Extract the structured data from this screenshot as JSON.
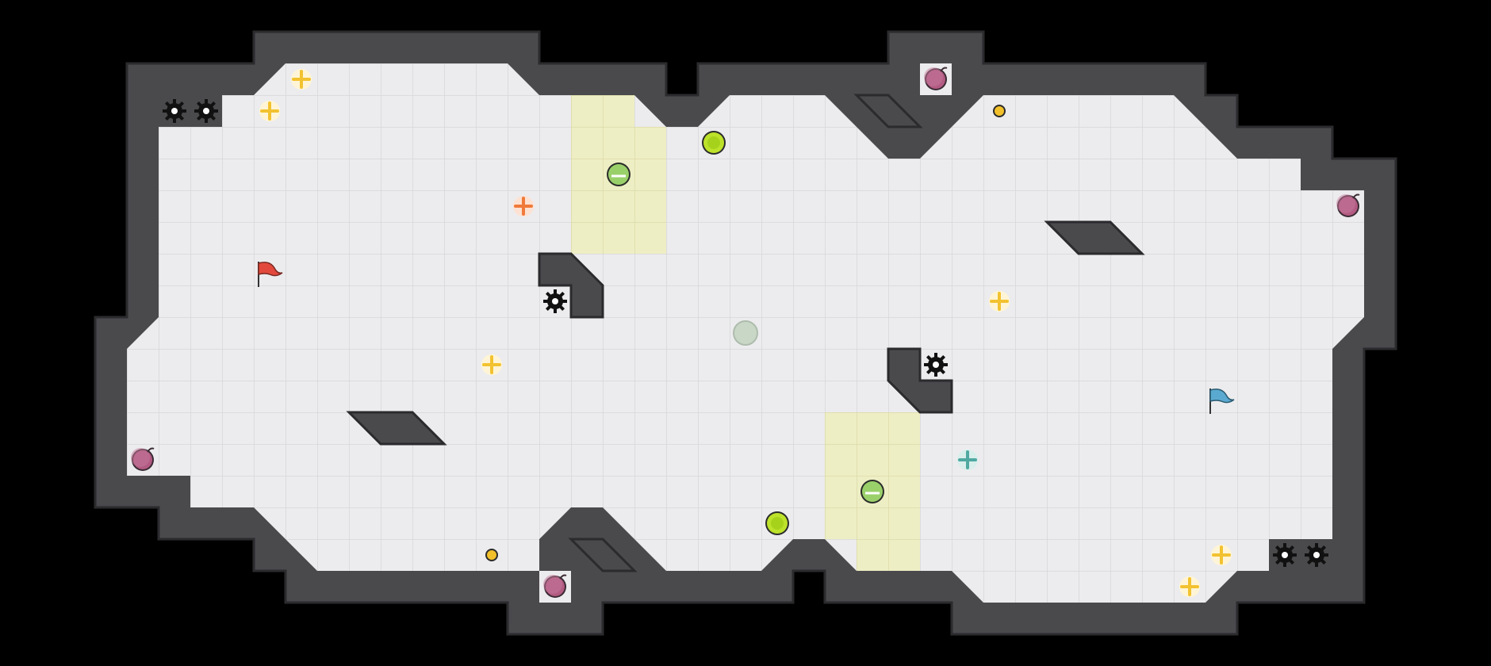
{
  "game": {
    "colors": {
      "background": "#000000",
      "wall": "#4a4a4d",
      "wall_edge": "#3b3b3e",
      "floor": "#ececee",
      "grid": "#d7d7da",
      "goal_zone": "#eeeec4",
      "goal_grid": "#dadaa9",
      "gear": "#111111",
      "bomb": "#b25a82",
      "powerup_yellow": "#f2c230",
      "powerup_orange": "#f07a3a",
      "powerup_teal": "#4fa9a1",
      "coin": "#f2c02a",
      "ball_green": "#bde22a",
      "team_red": "#e2493c",
      "team_blue": "#5aa9d0",
      "portal_inactive": "#c9d7c7"
    },
    "items": {
      "gears": [
        {
          "label": "spike-gear"
        },
        {
          "label": "spike-gear"
        },
        {
          "label": "spike-gear"
        },
        {
          "label": "spike-gear"
        },
        {
          "label": "spike-gear"
        },
        {
          "label": "spike-gear"
        }
      ],
      "bombs": [
        {
          "label": "bomb"
        },
        {
          "label": "bomb"
        },
        {
          "label": "bomb"
        },
        {
          "label": "bomb"
        }
      ],
      "powerups": [
        {
          "type": "speed",
          "color": "yellow"
        },
        {
          "type": "speed",
          "color": "yellow"
        },
        {
          "type": "speed",
          "color": "yellow"
        },
        {
          "type": "speed",
          "color": "yellow"
        },
        {
          "type": "speed",
          "color": "yellow"
        },
        {
          "type": "speed",
          "color": "yellow"
        },
        {
          "type": "boost",
          "color": "orange"
        },
        {
          "type": "boost",
          "color": "teal"
        }
      ],
      "flags": [
        {
          "team": "red"
        },
        {
          "team": "blue"
        }
      ],
      "goal_zones": [
        {
          "team": "red-side"
        },
        {
          "team": "blue-side"
        }
      ]
    }
  }
}
